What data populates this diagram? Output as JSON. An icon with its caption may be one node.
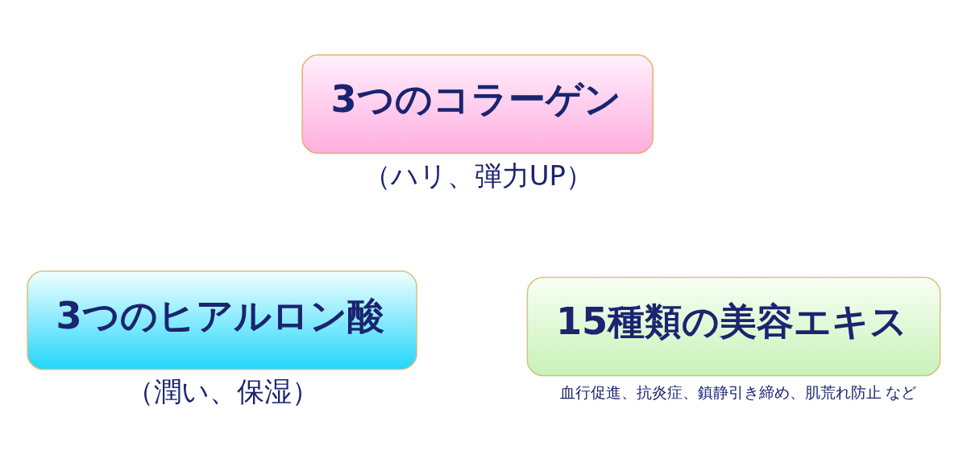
{
  "diagram": {
    "nodes": [
      {
        "text": [
          "3つのコラーゲン"
        ],
        "beside": [
          "（ハリ、弾力UP）"
        ]
      },
      {
        "text": [
          "3つのヒアルロン酸"
        ],
        "beside": [
          "（潤い、保湿）"
        ]
      },
      {
        "text": [
          "15種類の美容エキス"
        ],
        "beside": [
          "血行促進、抗炎症、鎮静引き締め、肌荒れ防止 など"
        ]
      }
    ]
  }
}
